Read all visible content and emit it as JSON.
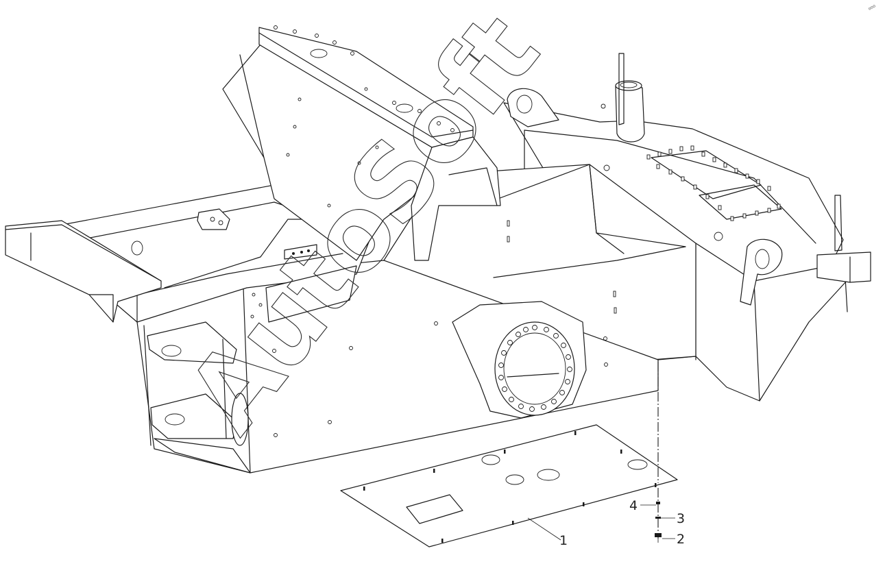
{
  "watermark": "AutoSoft",
  "corner_mark": "ooo",
  "callouts": [
    {
      "id": "1",
      "label": "1"
    },
    {
      "id": "2",
      "label": "2"
    },
    {
      "id": "3",
      "label": "3"
    },
    {
      "id": "4",
      "label": "4"
    }
  ]
}
